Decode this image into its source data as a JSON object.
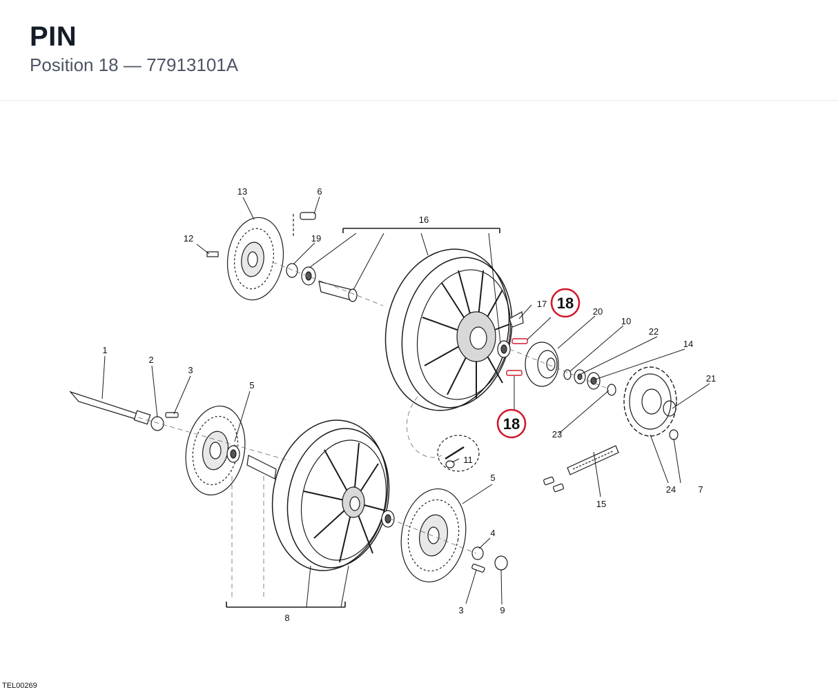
{
  "header": {
    "title": "PIN",
    "subtitle": "Position 18 — 77913101A"
  },
  "diagram": {
    "reference_code": "TEL00269",
    "highlight_color": "#d0192b",
    "callouts": {
      "c1": "1",
      "c2": "2",
      "c3a": "3",
      "c3b": "3",
      "c4": "4",
      "c5a": "5",
      "c5b": "5",
      "c6": "6",
      "c7": "7",
      "c8": "8",
      "c9": "9",
      "c10": "10",
      "c11": "11",
      "c12": "12",
      "c13": "13",
      "c14": "14",
      "c15": "15",
      "c16": "16",
      "c17": "17",
      "c18a": "18",
      "c18b": "18",
      "c19": "19",
      "c20": "20",
      "c21": "21",
      "c22": "22",
      "c23": "23",
      "c24": "24"
    }
  }
}
